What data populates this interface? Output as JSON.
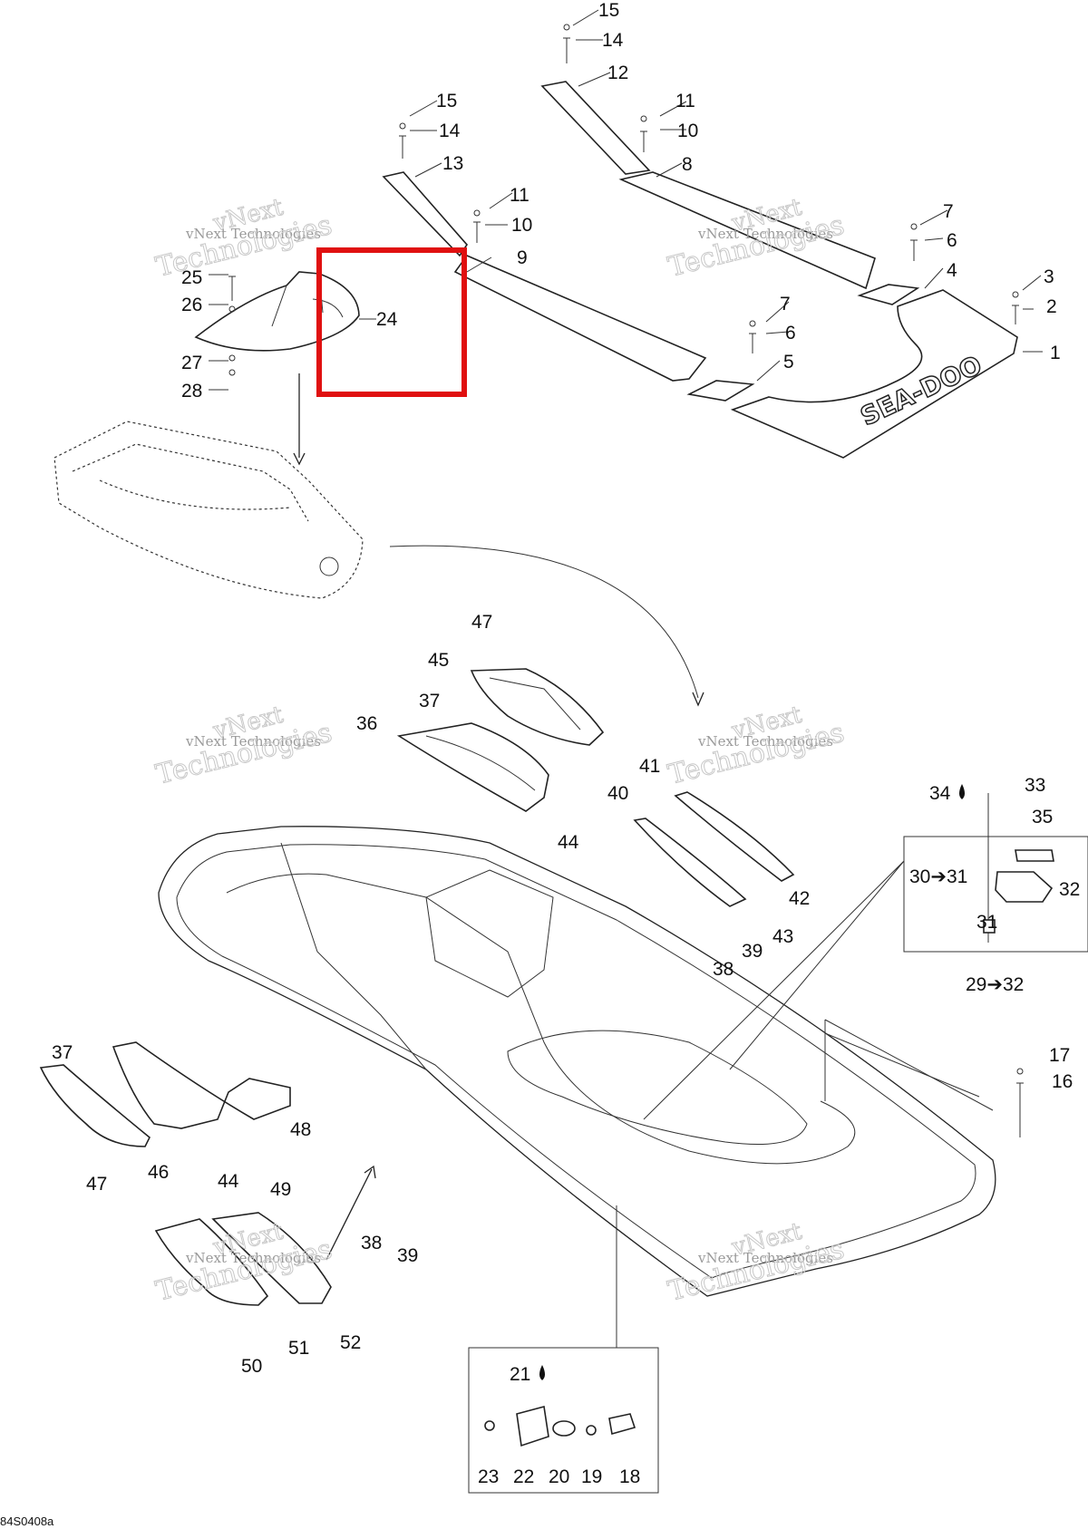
{
  "diagram": {
    "code": "84S0408a",
    "logo_text": "SEA-DOO",
    "watermark": {
      "line1": "vNext",
      "line2": "vNext Technologies",
      "line3": "Technologies"
    },
    "callouts": {
      "c1": "1",
      "c2": "2",
      "c3": "3",
      "c4": "4",
      "c5": "5",
      "c6a": "6",
      "c6b": "6",
      "c7a": "7",
      "c7b": "7",
      "c8": "8",
      "c9": "9",
      "c10a": "10",
      "c10b": "10",
      "c11a": "11",
      "c11b": "11",
      "c12": "12",
      "c13": "13",
      "c14a": "14",
      "c14b": "14",
      "c15a": "15",
      "c15b": "15",
      "c16": "16",
      "c17": "17",
      "c18": "18",
      "c19": "19",
      "c20": "20",
      "c21": "21",
      "c22": "22",
      "c23": "23",
      "c24": "24",
      "c25": "25",
      "c26": "26",
      "c27": "27",
      "c28": "28",
      "c2932": "29➔32",
      "c3031": "30➔31",
      "c31": "31",
      "c32": "32",
      "c33": "33",
      "c34": "34",
      "c35": "35",
      "c36": "36",
      "c37a": "37",
      "c37b": "37",
      "c38a": "38",
      "c38b": "38",
      "c39a": "39",
      "c39b": "39",
      "c40": "40",
      "c41": "41",
      "c42": "42",
      "c43": "43",
      "c44a": "44",
      "c44b": "44",
      "c45": "45",
      "c46": "46",
      "c47a": "47",
      "c47b": "47",
      "c48": "48",
      "c49": "49",
      "c50": "50",
      "c51": "51",
      "c52": "52"
    }
  },
  "colors": {
    "highlight": "#e01010",
    "ink": "#222222",
    "watermark": "#b0b0b0"
  }
}
